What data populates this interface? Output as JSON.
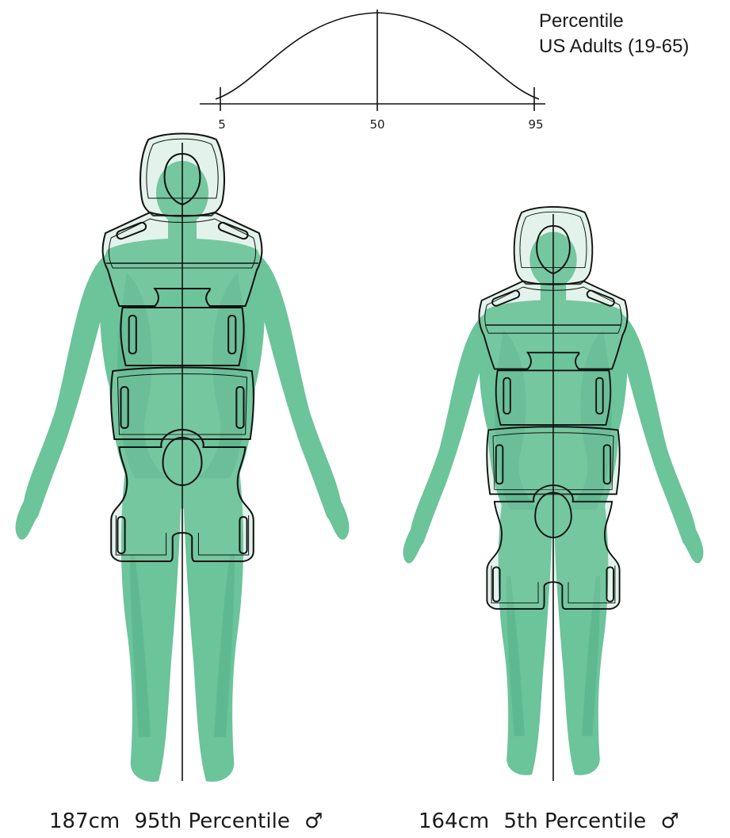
{
  "legend": {
    "line1": "Percentile",
    "line2": "US Adults (19-65)"
  },
  "distribution": {
    "ticks": [
      "5",
      "50",
      "95"
    ]
  },
  "figures": [
    {
      "height": "187cm",
      "percentile": "95th Percentile",
      "sex_symbol": "♂"
    },
    {
      "height": "164cm",
      "percentile": "5th Percentile",
      "sex_symbol": "♂"
    }
  ],
  "colors": {
    "body": "#6cc49a",
    "outline": "#111111"
  }
}
